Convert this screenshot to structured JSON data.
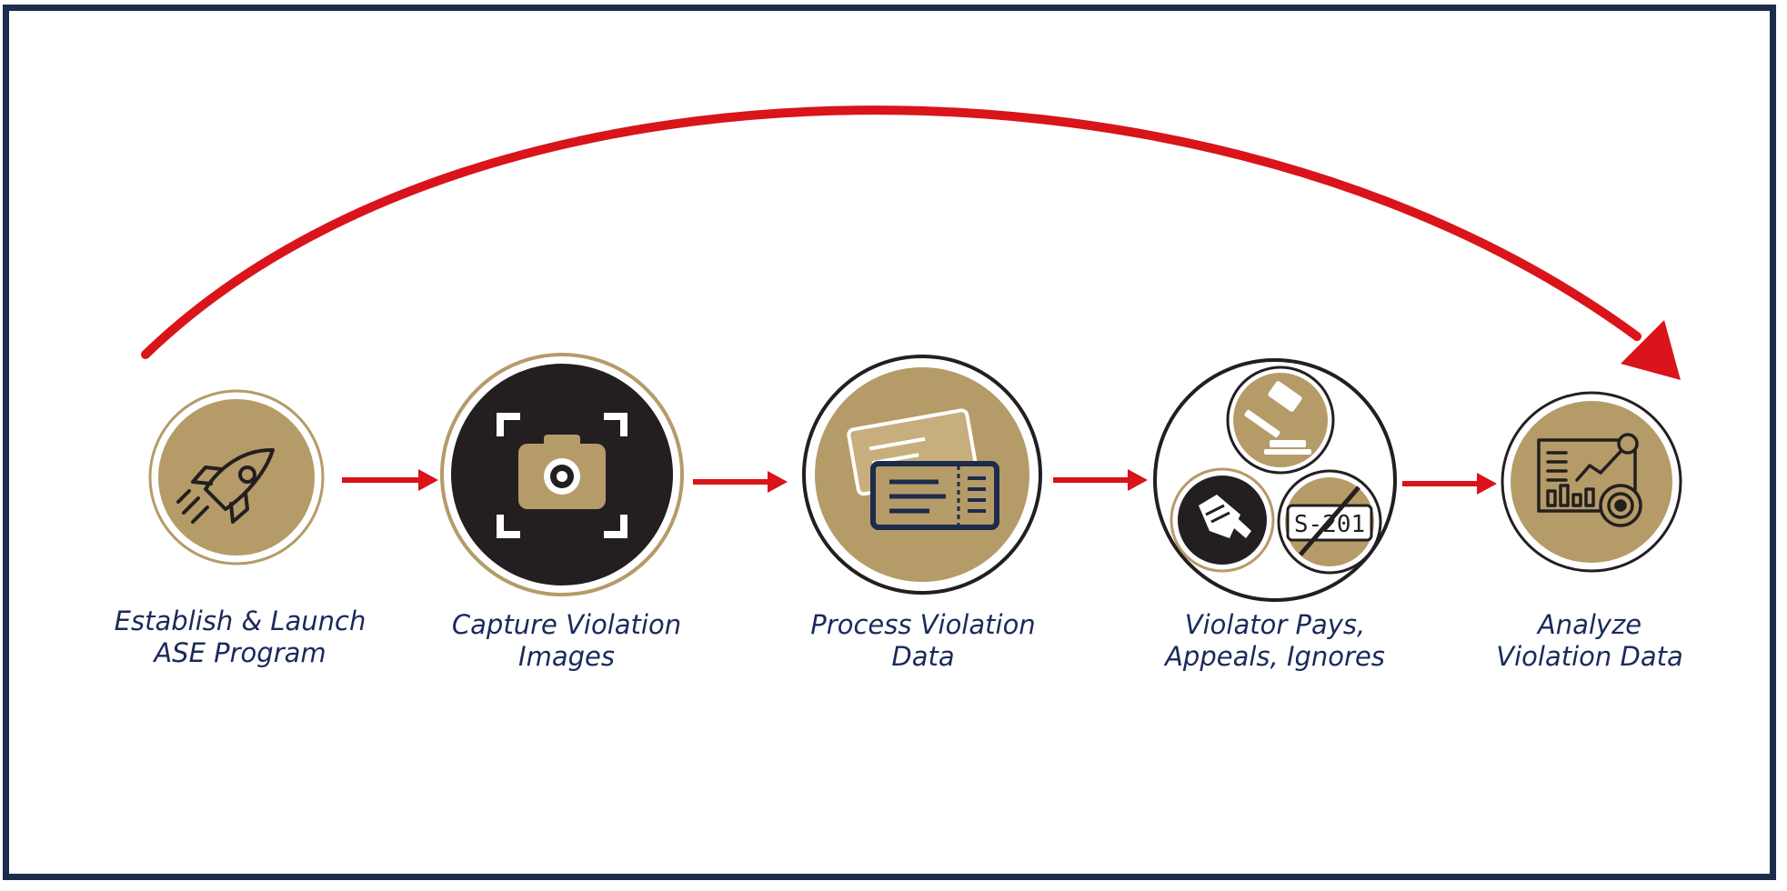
{
  "colors": {
    "navy": "#1d2b4c",
    "gold": "#b59b68",
    "black": "#231f20",
    "red": "#d9141a",
    "label_blue": "#1a2a5a"
  },
  "steps": [
    {
      "icon": "rocket-icon",
      "line1": "Establish & Launch",
      "line2": "ASE Program"
    },
    {
      "icon": "camera-icon",
      "line1": "Capture Violation",
      "line2": "Images"
    },
    {
      "icon": "ticket-icon",
      "line1": "Process Violation",
      "line2": "Data"
    },
    {
      "icon": "gavel-handshake-plate-icon",
      "line1": "Violator Pays,",
      "line2": "Appeals, Ignores",
      "plate_text": "S-201"
    },
    {
      "icon": "analytics-icon",
      "line1": "Analyze",
      "line2": "Violation Data"
    }
  ]
}
